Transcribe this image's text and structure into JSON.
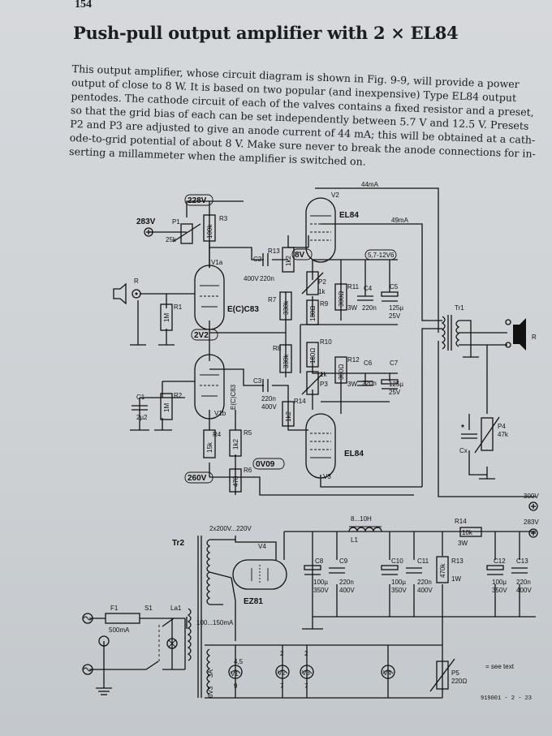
{
  "page": {
    "number": "154",
    "title": "Push-pull output amplifier with 2 × EL84",
    "paragraph_lines": [
      "This output amplifier, whose circuit diagram is shown in Fig. 9-9, will provide a power",
      "output of close to 8 W. It is based on two popular (and inexpensive) Type EL84 output",
      "pentodes. The cathode circuit of each of the valves contains a fixed resistor and a preset,",
      "so that the grid bias of each can be set independently between 5.7 V and 12.5 V. Presets",
      "P2 and P3 are adjusted to give an anode current of 44 mA; this will be obtained at a cath-",
      "ode-to-grid potential of about 8 V. Make sure never to break the anode connections for in-",
      "serting a millammeter when the amplifier is switched on."
    ]
  },
  "schematic": {
    "voltages": {
      "v228": "228V",
      "v283a": "283V",
      "v8": "8V",
      "v2v2": "2V2",
      "v5712": "5,7-12V6",
      "v0v09": "0V09",
      "v260": "260V",
      "v300": "300V",
      "v283b": "283V"
    },
    "currents": {
      "i44": "44mA",
      "i49": "49mA",
      "i100150": "100...150mA"
    },
    "input": {
      "label": "R"
    },
    "output": {
      "label": "R"
    },
    "valves": {
      "v1a": "V1a",
      "v1b": "V1b",
      "v1type": "E(C)C83",
      "v1btype": "E(C)C83",
      "v2": "V2",
      "v2type": "EL84",
      "v3": "V3",
      "v3type": "EL84",
      "v4": "V4",
      "v4type": "EZ81"
    },
    "components": {
      "p1": "P1",
      "p1v": "25k",
      "r3": "R3",
      "r3v": "100k",
      "r1": "R1",
      "r1v": "1M",
      "r2": "R2",
      "r2v": "1M",
      "c1": "C1",
      "c1v": "2µ2",
      "c2": "C2",
      "c2v1": "400V",
      "c2v2": "220n",
      "r13": "R13",
      "r13v": "1k2",
      "r7": "R7",
      "r7v": "330k",
      "r9": "R9",
      "r9v": "180Ω",
      "p2": "P2",
      "p2v": "1k",
      "r11": "R11",
      "r11v": "300Ω",
      "r11w": "3W",
      "c4": "C4",
      "c4v": "220n",
      "c5": "C5",
      "c5v1": "125µ",
      "c5v2": "25V",
      "r8": "R8",
      "r8v": "330k",
      "r10": "R10",
      "r10v": "180Ω",
      "p3": "P3",
      "p3v": "1k",
      "r12": "R12",
      "r12v": "300Ω",
      "r12w": "3W",
      "c6": "C6",
      "c6v": "220n",
      "c7": "C7",
      "c7v1": "125µ",
      "c7v2": "25V",
      "c3": "C3",
      "c3v1": "220n",
      "c3v2": "400V",
      "r14a": "R14",
      "r14av": "1k2",
      "r4": "R4",
      "r4v": "15k",
      "r5": "R5",
      "r5v": "1k2",
      "r6": "R6",
      "r6v": "470",
      "tr1": "Tr1",
      "p4": "P4",
      "p4v": "47k",
      "cx": "Cx",
      "star": "*",
      "tr2": "Tr2",
      "tr2sec": "2x200V...220V",
      "l1v": "8...10H",
      "l1": "L1",
      "r14b": "R14",
      "r14bv": "10k",
      "r14bw": "3W",
      "r13b": "R13",
      "r13bv": "470k",
      "r13bw": "1W",
      "c8": "C8",
      "c8v1": "100µ",
      "c8v2": "350V",
      "c9": "C9",
      "c9v1": "220n",
      "c9v2": "400V",
      "c10": "C10",
      "c10v1": "100µ",
      "c10v2": "350V",
      "c11": "C11",
      "c11v1": "220n",
      "c11v2": "400V",
      "c12": "C12",
      "c12v1": "100µ",
      "c12v2": "350V",
      "c13": "C13",
      "c13v1": "220n",
      "c13v2": "400V",
      "f1": "F1",
      "f1v": "500mA",
      "s1": "S1",
      "la1": "La1",
      "h45": "4,5",
      "h9": "9",
      "h2a": "2",
      "h7a": "7",
      "h2b": "2",
      "h7b": "7",
      "hv1": "V1",
      "hv2": "V2",
      "hv3": "V3",
      "hv4": "V4",
      "sec63": "6V3",
      "sec3a": "3A",
      "p5": "P5",
      "p5v": "220Ω"
    },
    "notes": {
      "see_text": "= see text",
      "figure_code": "919001 - 2 - 23"
    }
  }
}
